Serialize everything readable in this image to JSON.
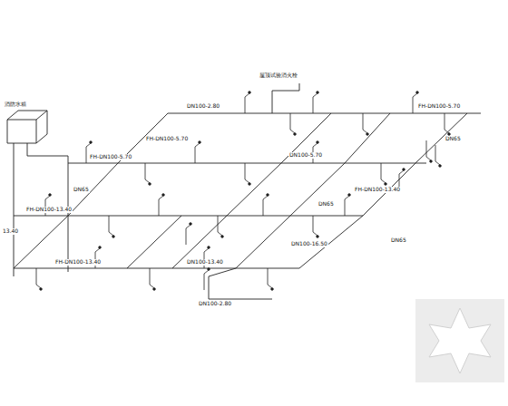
{
  "diagram": {
    "labels": [
      "消防水箱",
      "FH-DN100-5.70",
      "FH-DN100-5.70",
      "DN100-5.70",
      "FH-DN100-13.40",
      "FH-DN100-13.40",
      "DN100-13.40",
      "FH-DN100-13.40",
      "DN100-16.50",
      "FH-DN100-5.70",
      "DN100-2.80",
      "DN100-2.80",
      "13.40",
      "屋顶试验消火栓",
      "DN65",
      "DN65",
      "DN65",
      "DN65"
    ]
  }
}
